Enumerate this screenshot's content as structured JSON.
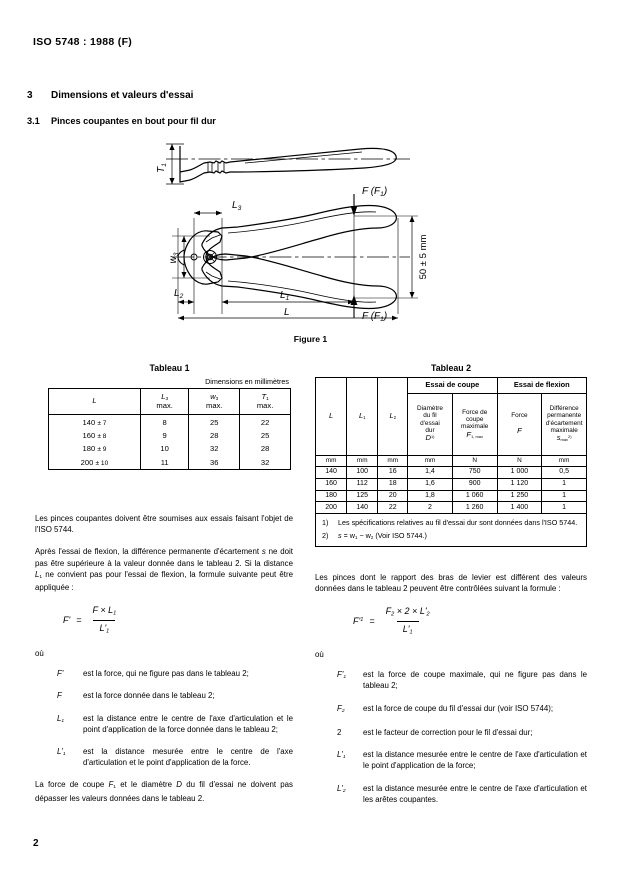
{
  "header": {
    "standard_ref": "ISO 5748 : 1988 (F)"
  },
  "clauses": {
    "c3_num": "3",
    "c3_title": "Dimensions et valeurs d'essai",
    "c31_num": "3.1",
    "c31_title": "Pinces coupantes en bout pour fil dur"
  },
  "figure": {
    "caption": "Figure 1",
    "labels": {
      "t1": "T1",
      "l3": "L3",
      "w3": "w3",
      "l2": "L2",
      "l1": "L1",
      "l": "L",
      "force_top": "F (F1)",
      "force_bottom": "F (F1)",
      "span": "50 ± 5 mm"
    }
  },
  "table1": {
    "title": "Tableau 1",
    "dims_note": "Dimensions en millimètres",
    "headers": [
      {
        "sym": "L",
        "sub": "",
        "max": ""
      },
      {
        "sym": "L",
        "sub": "3",
        "max": "max."
      },
      {
        "sym": "w",
        "sub": "3",
        "max": "max."
      },
      {
        "sym": "T",
        "sub": "1",
        "max": "max."
      }
    ],
    "rows": [
      {
        "L": "140",
        "tol": "± 7",
        "L3": "8",
        "w3": "25",
        "T1": "22"
      },
      {
        "L": "160",
        "tol": "± 8",
        "L3": "9",
        "w3": "28",
        "T1": "25"
      },
      {
        "L": "180",
        "tol": "± 9",
        "L3": "10",
        "w3": "32",
        "T1": "28"
      },
      {
        "L": "200",
        "tol": "± 10",
        "L3": "11",
        "w3": "36",
        "T1": "32"
      }
    ]
  },
  "table2": {
    "title": "Tableau 2",
    "group_cut": "Essai de coupe",
    "group_bend": "Essai de flexion",
    "col_L": "L",
    "col_L1_sym": "L",
    "col_L1_sub": "1",
    "col_L2_sym": "L",
    "col_L2_sub": "2",
    "col_diam_l1": "Diamètre",
    "col_diam_l2": "du fil",
    "col_diam_l3": "d'essai",
    "col_diam_l4": "dur",
    "col_diam_sym": "D",
    "col_diam_note": "1)",
    "col_cutforce_l1": "Force de",
    "col_cutforce_l2": "coupe",
    "col_cutforce_l3": "maximale",
    "col_cutforce_sym": "F",
    "col_cutforce_sub": "1, max",
    "col_force": "Force",
    "col_force_sym": "F",
    "col_diff_l1": "Différence",
    "col_diff_l2": "permanente",
    "col_diff_l3": "d'écartement",
    "col_diff_l4": "maximale",
    "col_diff_sym": "s",
    "col_diff_sub": "max",
    "col_diff_note": "2)",
    "units": [
      "mm",
      "mm",
      "mm",
      "mm",
      "N",
      "N",
      "mm"
    ],
    "rows": [
      {
        "L": "140",
        "L1": "100",
        "L2": "16",
        "D": "1,4",
        "F1max": "750",
        "F": "1 000",
        "smax": "0,5"
      },
      {
        "L": "160",
        "L1": "112",
        "L2": "18",
        "D": "1,6",
        "F1max": "900",
        "F": "1 120",
        "smax": "1"
      },
      {
        "L": "180",
        "L1": "125",
        "L2": "20",
        "D": "1,8",
        "F1max": "1 060",
        "F": "1 250",
        "smax": "1"
      },
      {
        "L": "200",
        "L1": "140",
        "L2": "22",
        "D": "2",
        "F1max": "1 260",
        "F": "1 400",
        "smax": "1"
      }
    ],
    "note1_num": "1)",
    "note1_text": "Les spécifications relatives au fil d'essai dur sont données dans l'ISO 5744.",
    "note2_num": "2)",
    "note2_text_a": "s",
    "note2_text_b": "= w",
    "note2_sub1": "1",
    "note2_text_c": "− w",
    "note2_sub2": "2",
    "note2_text_d": "(Voir ISO 5744.)"
  },
  "left_column": {
    "p1": "Les pinces coupantes doivent être soumises aux essais faisant l'objet de l'ISO 5744.",
    "p2_a": "Après l'essai de flexion, la différence permanente d'écartement",
    "p2_s": "s",
    "p2_b": "ne doit pas être supérieure à la valeur donnée dans le tableau 2. Si la distance",
    "p2_l1": "L",
    "p2_l1sub": "1",
    "p2_c": "ne convient pas pour l'essai de flexion, la formule suivante peut être appliquée :",
    "formula": {
      "lhs": "F'",
      "eq": "=",
      "numerator_a": "F",
      "numerator_x": "×",
      "numerator_b": "L",
      "numerator_bsub": "1",
      "denominator": "L'",
      "denominator_sub": "1"
    },
    "ou": "où",
    "defs": [
      {
        "sym": "F'",
        "sub": "",
        "text": "est la force, qui ne figure pas dans le tableau 2;"
      },
      {
        "sym": "F",
        "sub": "",
        "text": "est la force donnée dans le tableau 2;"
      },
      {
        "sym": "L",
        "sub": "1",
        "text": "est la distance entre le centre de l'axe d'articulation et le point d'application de la force donnée dans le tableau 2;"
      },
      {
        "sym": "L'",
        "sub": "1",
        "text": "est la distance mesurée entre le centre de l'axe d'articulation et le point d'application de la force."
      }
    ],
    "p3_a": "La force de coupe",
    "p3_f1": "F",
    "p3_f1sub": "1",
    "p3_b": "et le diamètre",
    "p3_d": "D",
    "p3_c": "du fil d'essai ne doivent pas dépasser les valeurs données dans le tableau 2."
  },
  "right_column": {
    "p1": "Les pinces dont le rapport des bras de levier est différent des valeurs données dans le tableau 2 peuvent être contrôlées suivant la formule :",
    "formula": {
      "lhs": "F'",
      "lhs_sub": "1",
      "eq": "=",
      "numerator_a": "F",
      "numerator_asub": "2",
      "numerator_x1": "×",
      "numerator_two": "2",
      "numerator_x2": "×",
      "numerator_b": "L'",
      "numerator_bsub": "2",
      "denominator": "L'",
      "denominator_sub": "1"
    },
    "ou": "où",
    "defs": [
      {
        "sym": "F'",
        "sub": "1",
        "text": "est la force de coupe maximale, qui ne figure pas dans le tableau 2;"
      },
      {
        "sym": "F",
        "sub": "2",
        "text": "est la force de coupe du fil d'essai dur (voir ISO 5744);"
      },
      {
        "sym": "2",
        "sub": "",
        "plain": true,
        "text": "est le facteur de correction pour le fil d'essai dur;"
      },
      {
        "sym": "L'",
        "sub": "1",
        "text": "est la distance mesurée entre le centre de l'axe d'articulation et le point d'application de la force;"
      },
      {
        "sym": "L'",
        "sub": "2",
        "text": "est la distance mesurée entre le centre de l'axe d'articulation et les arêtes coupantes."
      }
    ]
  },
  "footer": {
    "page_number": "2"
  }
}
